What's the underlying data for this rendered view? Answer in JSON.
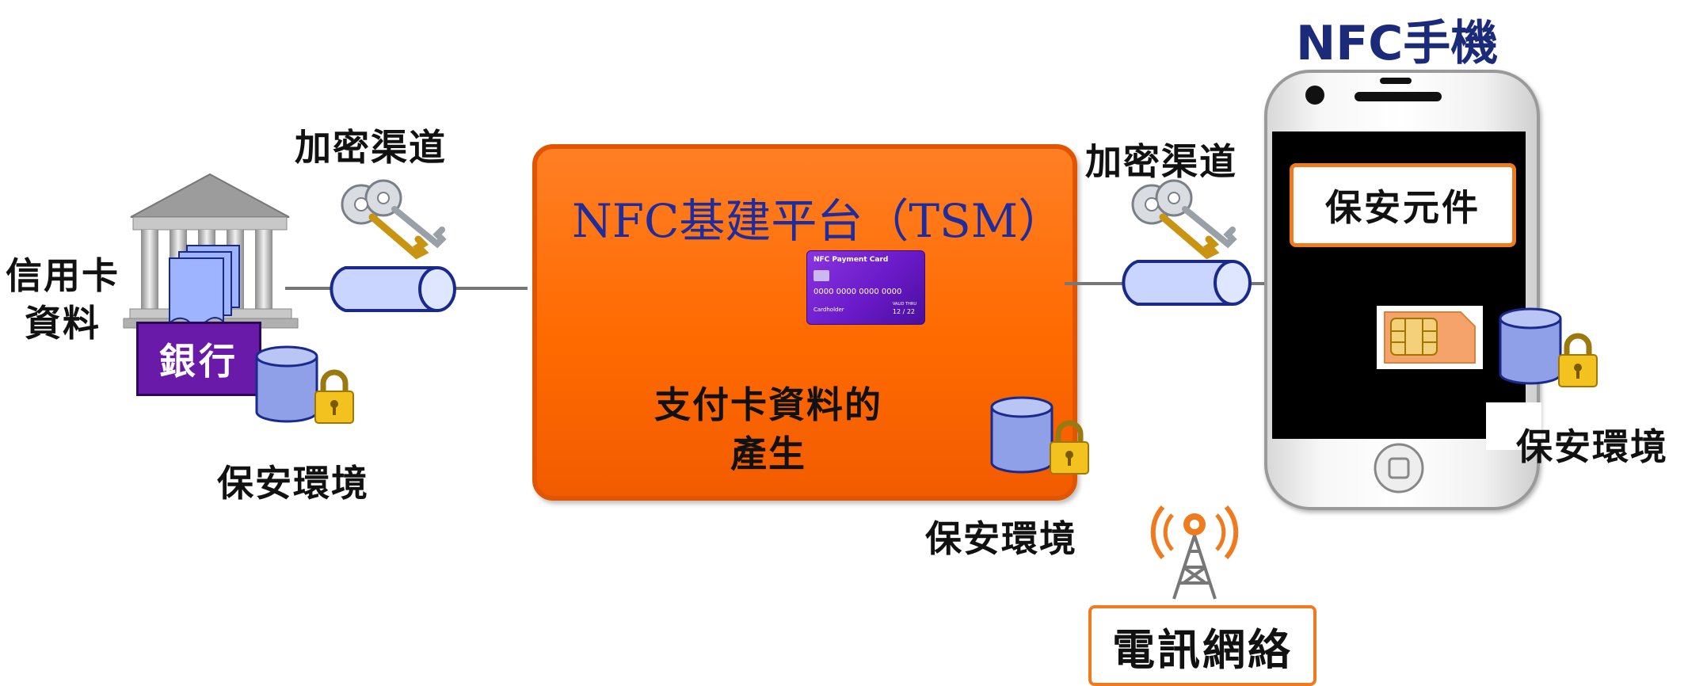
{
  "bank": {
    "data_label_line1": "信用卡",
    "data_label_line2": "資料",
    "name": "銀行",
    "env_label": "保安環境"
  },
  "channel_left": {
    "label": "加密渠道"
  },
  "channel_right": {
    "label": "加密渠道"
  },
  "tsm": {
    "title": "NFC基建平台（TSM）",
    "desc_line1": "支付卡資料的",
    "desc_line2": "產生",
    "env_label": "保安環境"
  },
  "payment_card": {
    "title": "NFC Payment Card",
    "number": "0000 0000 0000 0000",
    "holder": "Cardholder",
    "valid_label": "VALID THRU",
    "expiry": "12 / 22"
  },
  "phone": {
    "title": "NFC手機",
    "secure_element": "保安元件",
    "env_label": "保安環境"
  },
  "telecom": {
    "label": "電訊網絡"
  },
  "colors": {
    "tsm_orange": "#ff6a00",
    "bank_purple": "#6a1aa8",
    "accent_orange": "#f07a1e",
    "title_blue": "#1f2c9c",
    "phone_title_navy": "#1c2a7a"
  },
  "icons": [
    "bank-building-icon",
    "document-stack-icon",
    "keys-icon",
    "pipe-tunnel-icon",
    "database-lock-icon",
    "sim-card-icon",
    "antenna-tower-icon",
    "home-button-icon"
  ]
}
